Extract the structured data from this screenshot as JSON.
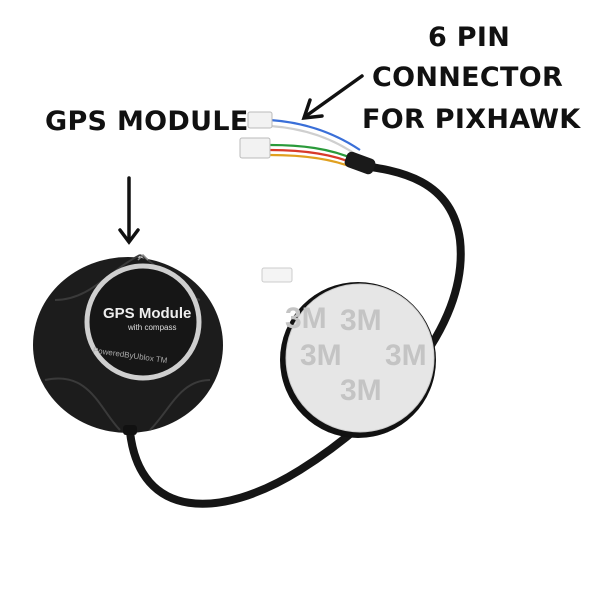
{
  "annotations": {
    "connector_label": [
      "6 PIN",
      "CONNECTOR",
      "FOR PIXHAWK"
    ],
    "module_label": "GPS MODULE"
  },
  "product_print": {
    "module_title": "GPS Module",
    "module_subtitle": "with compass",
    "module_brand": "PoweredByUblox TM",
    "pad_brand": "3M"
  },
  "colors": {
    "label_text": "#111111",
    "module_body": "#1c1c1c",
    "pad": "#e6e6e6"
  },
  "wire_colors": [
    "#3a6fd8",
    "#e8e8e8",
    "#2a9a3a",
    "#d83a2a",
    "#e0a020",
    "#222222"
  ]
}
